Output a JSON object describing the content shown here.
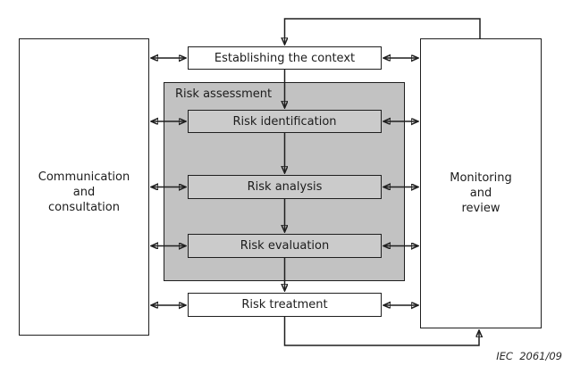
{
  "figure": {
    "caption": "IEC  2061/09"
  },
  "boxes": {
    "communication": {
      "lines": [
        "Communication",
        "and",
        "consultation"
      ]
    },
    "monitoring": {
      "lines": [
        "Monitoring",
        "and",
        "review"
      ]
    },
    "establishing": {
      "label": "Establishing the context"
    },
    "risk_assessment": {
      "label": "Risk assessment"
    },
    "risk_identification": {
      "label": "Risk identification"
    },
    "risk_analysis": {
      "label": "Risk analysis"
    },
    "risk_evaluation": {
      "label": "Risk evaluation"
    },
    "risk_treatment": {
      "label": "Risk treatment"
    }
  },
  "colors": {
    "line": "#1f1f1f",
    "assessment_fill": "#c2c2c2",
    "inner_box_fill": "#cbcbcb",
    "plain_box_fill": "#ffffff",
    "background": "#ffffff"
  }
}
